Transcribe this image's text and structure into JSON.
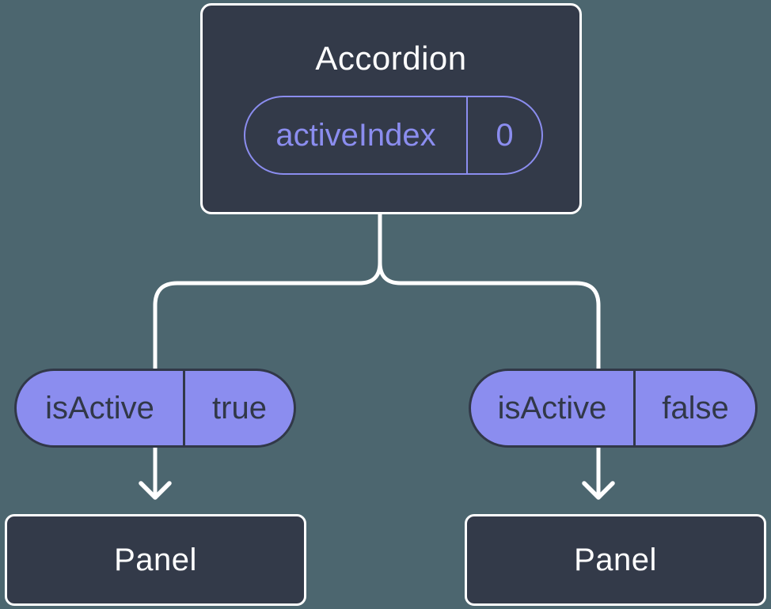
{
  "diagram": {
    "root": {
      "label": "Accordion",
      "state": {
        "key": "activeIndex",
        "value": "0"
      }
    },
    "children": [
      {
        "pill": {
          "key": "isActive",
          "value": "true"
        },
        "node": {
          "label": "Panel"
        }
      },
      {
        "pill": {
          "key": "isActive",
          "value": "false"
        },
        "node": {
          "label": "Panel"
        }
      }
    ],
    "colors": {
      "background": "#4C666F",
      "node_fill": "#333A49",
      "node_border": "#FFFFFF",
      "accent": "#8B8DEF",
      "pill_fill": "#8B8DEF",
      "pill_text": "#313848",
      "connector": "#FFFFFF"
    }
  }
}
